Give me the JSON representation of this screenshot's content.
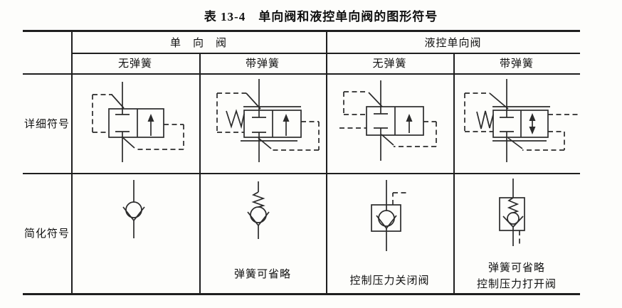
{
  "title": "表 13-4　单向阀和液控单向阀的图形符号",
  "table": {
    "header": {
      "group_1": "单　向　阀",
      "group_2": "液控单向阀",
      "sub_1": "无弹簧",
      "sub_2": "带弹簧",
      "sub_3": "无弹簧",
      "sub_4": "带弹簧"
    },
    "row_labels": {
      "detailed": "详细符号",
      "simplified": "简化符号"
    },
    "captions": {
      "simplified_spring": "弹簧可省略",
      "simplified_pilot_no_spring": "控制压力关闭阀",
      "simplified_pilot_spring_line1": "弹簧可省略",
      "simplified_pilot_spring_line2": "控制压力打开阀"
    }
  },
  "diagram_names": {
    "detailed_no_spring": "check-valve-detailed-no-spring-diagram",
    "detailed_with_spring": "check-valve-detailed-with-spring-diagram",
    "detailed_pilot_no_spring": "pilot-check-valve-detailed-no-spring-diagram",
    "detailed_pilot_with_spring": "pilot-check-valve-detailed-with-spring-diagram",
    "simplified_no_spring": "check-valve-simplified-no-spring-diagram",
    "simplified_with_spring": "check-valve-simplified-with-spring-diagram",
    "simplified_pilot_no_spring": "pilot-check-valve-simplified-no-spring-diagram",
    "simplified_pilot_with_spring": "pilot-check-valve-simplified-with-spring-diagram"
  },
  "colors": {
    "line": "#2b2b2b",
    "border": "#1f1f1f",
    "background": "#fdfdfb",
    "text": "#111111"
  }
}
